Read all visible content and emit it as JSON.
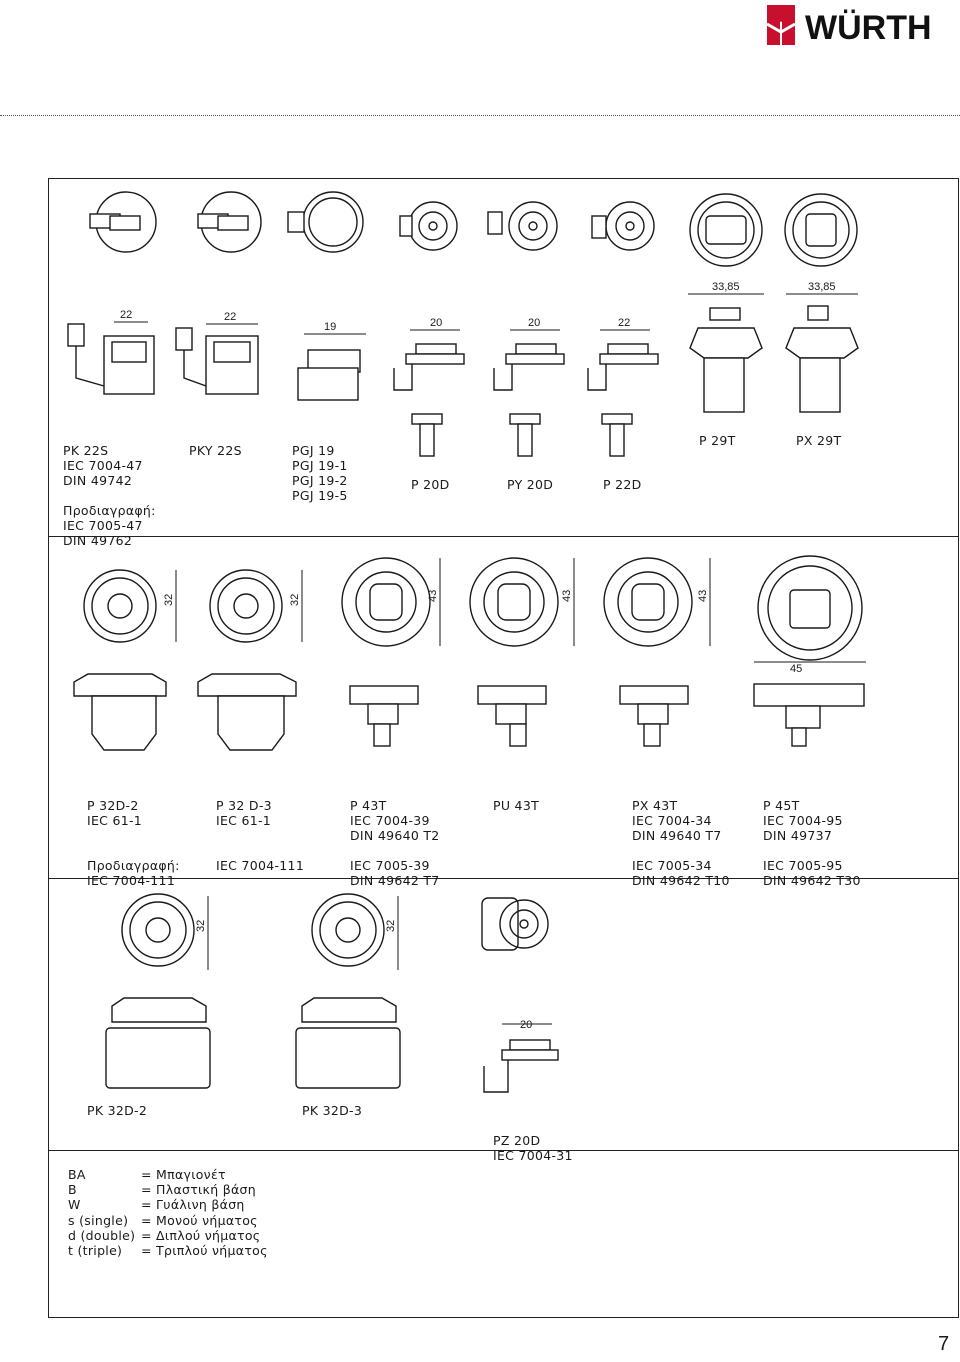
{
  "brand": {
    "name": "WÜRTH",
    "color": "#c8102e"
  },
  "page_number": "7",
  "section1": {
    "items": [
      {
        "id": "pk22s",
        "lines": [
          "PK 22S",
          "IEC 7004-47",
          "DIN 49742",
          "",
          "Προδιαγραφή:",
          "IEC 7005-47",
          "DIN 49762"
        ]
      },
      {
        "id": "pky22s",
        "lines": [
          "PKY 22S"
        ]
      },
      {
        "id": "pgj19",
        "lines": [
          "PGJ 19",
          "PGJ 19-1",
          "PGJ 19-2",
          "PGJ 19-5"
        ]
      },
      {
        "id": "p20d",
        "lines": [
          "P 20D"
        ]
      },
      {
        "id": "py20d",
        "lines": [
          "PY 20D"
        ]
      },
      {
        "id": "p22d",
        "lines": [
          "P 22D"
        ]
      },
      {
        "id": "p29t",
        "lines": [
          "P 29T"
        ]
      },
      {
        "id": "px29t",
        "lines": [
          "PX 29T"
        ]
      }
    ],
    "dimensions": [
      "22",
      "22",
      "19",
      "20",
      "20",
      "22",
      "33,85",
      "33,85"
    ]
  },
  "section2": {
    "items": [
      {
        "id": "p32d2",
        "lines": [
          "P 32D-2",
          "IEC 61-1",
          "",
          "",
          "Προδιαγραφή:",
          "IEC 7004-111"
        ]
      },
      {
        "id": "p32d3",
        "lines": [
          "P 32 D-3",
          "IEC 61-1",
          "",
          "",
          "IEC 7004-111"
        ]
      },
      {
        "id": "p43t",
        "lines": [
          "P 43T",
          "IEC 7004-39",
          "DIN 49640 T2",
          "",
          "IEC 7005-39",
          "DIN 49642 T7"
        ]
      },
      {
        "id": "pu43t",
        "lines": [
          "PU 43T"
        ]
      },
      {
        "id": "px43t",
        "lines": [
          "PX 43T",
          "IEC 7004-34",
          "DIN 49640 T7",
          "",
          "IEC 7005-34",
          "DIN 49642 T10"
        ]
      },
      {
        "id": "p45t",
        "lines": [
          "P 45T",
          "IEC 7004-95",
          "DIN 49737",
          "",
          "IEC 7005-95",
          "DIN 49642 T30"
        ]
      }
    ],
    "dimensions": [
      "32",
      "32",
      "43",
      "43",
      "43",
      "45"
    ]
  },
  "section3": {
    "items": [
      {
        "id": "pk32d2",
        "lines": [
          "PK 32D-2"
        ]
      },
      {
        "id": "pk32d3",
        "lines": [
          "PK 32D-3"
        ]
      },
      {
        "id": "pz20d",
        "lines": [
          "PZ 20D",
          "IEC 7004-31"
        ]
      }
    ],
    "dimensions": [
      "32",
      "32",
      "20"
    ]
  },
  "legend": [
    {
      "key": "BA",
      "value": "= Μπαγιονέτ"
    },
    {
      "key": "B",
      "value": "= Πλαστική βάση"
    },
    {
      "key": "W",
      "value": "= Γυάλινη βάση"
    },
    {
      "key": "s (single)",
      "value": "= Μονού νήματος"
    },
    {
      "key": "d (double)",
      "value": "= Διπλού νήματος"
    },
    {
      "key": "t (triple)",
      "value": "= Τριπλού νήματος"
    }
  ]
}
